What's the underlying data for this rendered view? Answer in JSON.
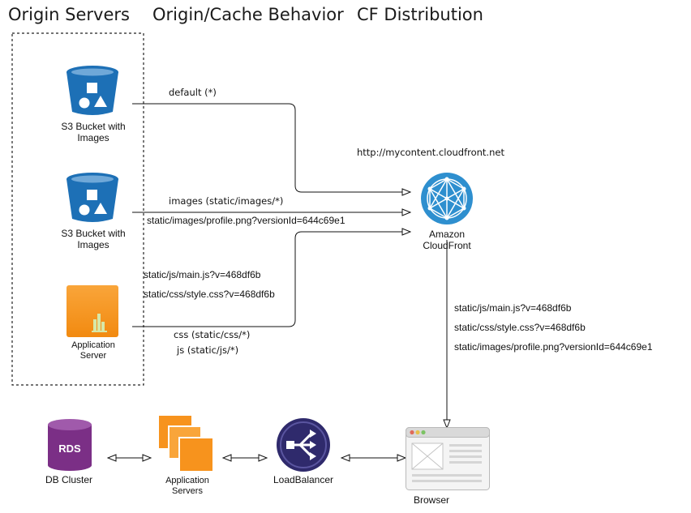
{
  "headers": {
    "origin_servers": "Origin Servers",
    "origin_cache_behavior": "Origin/Cache Behavior",
    "cf_distribution": "CF Distribution"
  },
  "origins": {
    "s3_bucket_1": {
      "line1": "S3 Bucket with",
      "line2": "Images"
    },
    "s3_bucket_2": {
      "line1": "S3 Bucket with",
      "line2": "Images"
    },
    "app_server": {
      "line1": "Application",
      "line2": "Server"
    }
  },
  "behaviors": {
    "default": "default (*)",
    "images": "images (static/images/*)",
    "images_request": "static/images/profile.png?versionId=644c69e1",
    "js_request": "static/js/main.js?v=468df6b",
    "css_request": "static/css/style.css?v=468df6b",
    "css": "css (static/css/*)",
    "js": "js (static/js/*)"
  },
  "cloudfront": {
    "url": "http://mycontent.cloudfront.net",
    "line1": "Amazon",
    "line2": "CloudFront"
  },
  "browser_requests": [
    "static/js/main.js?v=468df6b",
    "static/css/style.css?v=468df6b",
    "static/images/profile.png?versionId=644c69e1"
  ],
  "bottom": {
    "db_cluster": "DB Cluster",
    "rds": "RDS",
    "app_servers_line1": "Application",
    "app_servers_line2": "Servers",
    "load_balancer": "LoadBalancer",
    "browser": "Browser"
  },
  "colors": {
    "s3_blue": "#1d70b6",
    "app_orange": "#f7931d",
    "cloudfront_blue": "#2e8fcf",
    "rds_purple": "#7b2f86",
    "lb_navy": "#2f2a6c"
  }
}
